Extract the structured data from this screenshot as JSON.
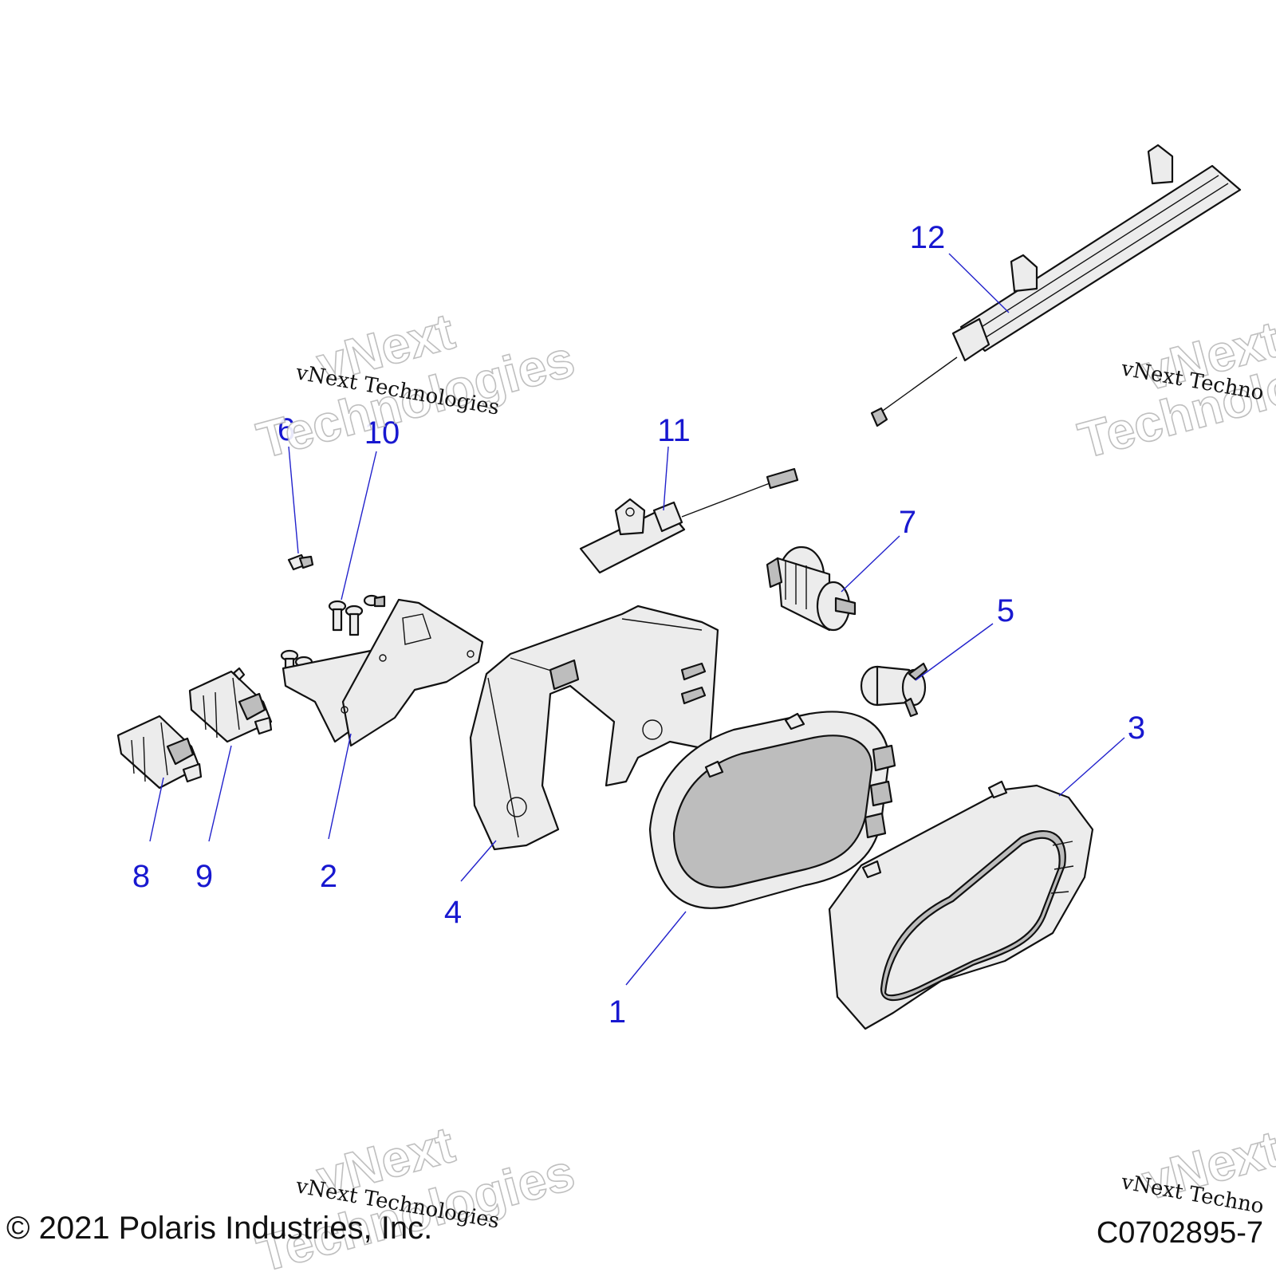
{
  "diagram": {
    "callouts": [
      {
        "id": "1",
        "label": "1"
      },
      {
        "id": "2",
        "label": "2"
      },
      {
        "id": "3",
        "label": "3"
      },
      {
        "id": "4",
        "label": "4"
      },
      {
        "id": "5",
        "label": "5"
      },
      {
        "id": "6",
        "label": "6"
      },
      {
        "id": "7",
        "label": "7"
      },
      {
        "id": "8",
        "label": "8"
      },
      {
        "id": "9",
        "label": "9"
      },
      {
        "id": "10",
        "label": "10"
      },
      {
        "id": "11",
        "label": "11"
      },
      {
        "id": "12",
        "label": "12"
      }
    ],
    "leader_color": "#2222cc",
    "label_color": "#1818d0"
  },
  "watermark": {
    "line1": "vNext",
    "line2": "Technologies",
    "caption": "vNext Technologies",
    "caption_cut": "vNext Techno"
  },
  "footer": {
    "copyright": "© 2021 Polaris Industries, Inc.",
    "code": "C0702895-7"
  }
}
